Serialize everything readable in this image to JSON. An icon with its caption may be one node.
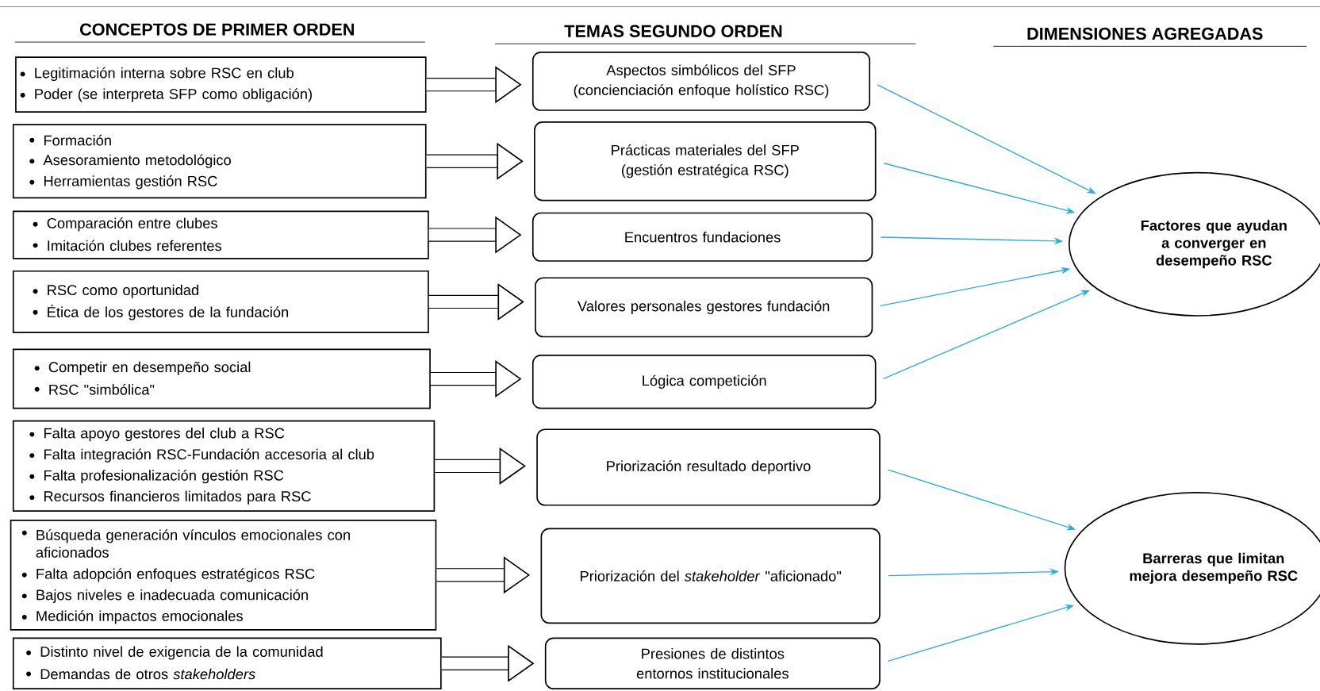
{
  "diagram": {
    "nodes": [
      {
        "text": [
          "Legitimación interna sobre RSC en club",
          "Poder (se interpreta SFP como obligación)"
        ]
      },
      {
        "text": [
          "Formación",
          "Asesoramiento metodológico",
          "Herramientas gestión RSC"
        ]
      },
      {
        "text": [
          "Comparación entre clubes",
          "Imitación clubes referentes"
        ]
      },
      {
        "text": [
          "RSC como oportunidad",
          "Ética de los gestores de la fundación"
        ]
      },
      {
        "text": [
          "Competir en desempeño social",
          "RSC \"simbólica\""
        ]
      },
      {
        "text": [
          "Falta apoyo gestores del club a RSC",
          "Falta integración RSC-Fundación accesoria al club",
          "Falta profesionalización gestión RSC",
          "Recursos financieros limitados para RSC"
        ]
      },
      {
        "text": [
          "Búsqueda generación vínculos emocionales con aficionados",
          "Falta adopción enfoques estratégicos RSC",
          "Bajos niveles e inadecuada comunicación",
          "Medición impactos emocionales"
        ]
      },
      {
        "text": [
          "Distinto nivel de exigencia de la comunidad",
          "Demandas de otros *stakeholders*"
        ]
      },
      {
        "text": [
          "Aspectos simbólicos del SFP (concienciación enfoque holístico RSC)"
        ]
      },
      {
        "text": [
          "Prácticas materiales del SFP (gestión estratégica RSC)"
        ]
      },
      {
        "text": [
          "Encuentros fundaciones"
        ]
      },
      {
        "text": [
          "Valores personales gestores fundación"
        ]
      },
      {
        "text": [
          "Lógica competición"
        ]
      },
      {
        "text": [
          "Priorización resultado deportivo"
        ]
      },
      {
        "text": [
          "Priorización del *stakeholder* \"aficionado\""
        ]
      },
      {
        "text": [
          "Presiones de distintos entornos institucionales"
        ]
      },
      {
        "text": [
          "Factores que ayudan a converger en desempeño RSC"
        ]
      },
      {
        "text": [
          "Barreras que limitan mejora desempeño RSC"
        ]
      }
    ],
    "edges": [
      {
        "from": 0,
        "to": 8,
        "arrow": "to",
        "style": "thick",
        "color": "#000000"
      },
      {
        "from": 1,
        "to": 9,
        "arrow": "to",
        "style": "thick",
        "color": "#000000"
      },
      {
        "from": 2,
        "to": 10,
        "arrow": "to",
        "style": "thick",
        "color": "#000000"
      },
      {
        "from": 3,
        "to": 11,
        "arrow": "to",
        "style": "thick",
        "color": "#000000"
      },
      {
        "from": 4,
        "to": 12,
        "arrow": "to",
        "style": "thick",
        "color": "#000000"
      },
      {
        "from": 5,
        "to": 13,
        "arrow": "to",
        "style": "thick",
        "color": "#000000"
      },
      {
        "from": 6,
        "to": 14,
        "arrow": "to",
        "style": "thick",
        "color": "#000000"
      },
      {
        "from": 7,
        "to": 15,
        "arrow": "to",
        "style": "thick",
        "color": "#000000"
      },
      {
        "from": 8,
        "to": 16,
        "arrow": "to",
        "color": "#29abe2"
      },
      {
        "from": 9,
        "to": 16,
        "arrow": "to",
        "color": "#29abe2"
      },
      {
        "from": 10,
        "to": 16,
        "arrow": "to",
        "color": "#29abe2"
      },
      {
        "from": 11,
        "to": 16,
        "arrow": "to",
        "color": "#29abe2"
      },
      {
        "from": 12,
        "to": 16,
        "arrow": "to",
        "color": "#29abe2"
      },
      {
        "from": 13,
        "to": 17,
        "arrow": "to",
        "color": "#29abe2"
      },
      {
        "from": 14,
        "to": 17,
        "arrow": "to",
        "color": "#29abe2"
      },
      {
        "from": 15,
        "to": 17,
        "arrow": "to",
        "color": "#29abe2"
      }
    ],
    "labels": [
      "CONCEPTOS DE PRIMER ORDEN",
      "TEMAS SEGUNDO ORDEN",
      "DIMENSIONES AGREGADAS"
    ]
  }
}
